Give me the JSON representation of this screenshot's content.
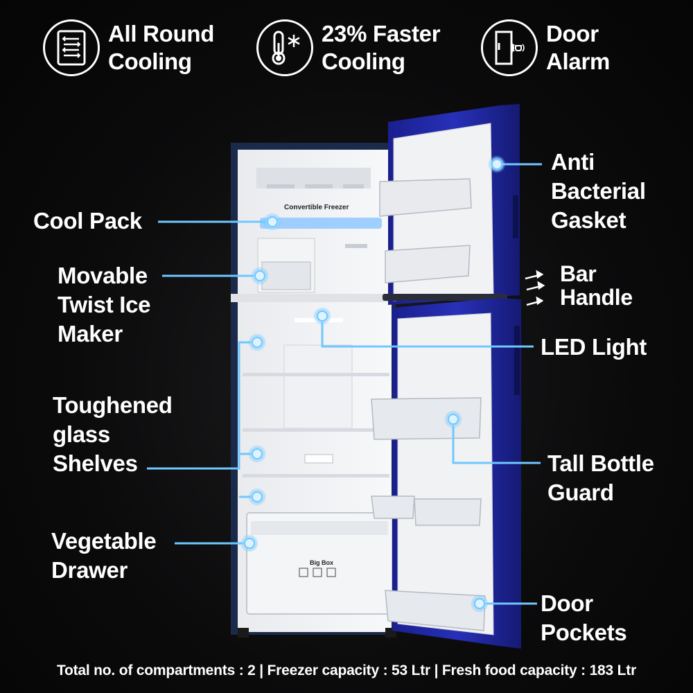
{
  "features": [
    {
      "icon": "all-round-cooling-icon",
      "title": "All Round\nCooling"
    },
    {
      "icon": "thermometer-snowflake-icon",
      "title": "23% Faster\nCooling"
    },
    {
      "icon": "door-alarm-icon",
      "title": "Door\nAlarm"
    }
  ],
  "callouts": {
    "cool_pack": "Cool Pack",
    "ice_maker": "Movable\nTwist Ice\nMaker",
    "shelves": "Toughened\nglass\nShelves",
    "vegetable_drawer": "Vegetable\nDrawer",
    "gasket": "Anti\nBacterial\nGasket",
    "bar_handle": "Bar\nHandle",
    "led_light": "LED Light",
    "bottle_guard": "Tall Bottle\nGuard",
    "door_pockets": "Door\nPockets"
  },
  "fridge_text": {
    "freezer_label": "Convertible Freezer",
    "drawer_label": "Big Box"
  },
  "footer": "Total no. of compartments : 2 | Freezer capacity : 53 Ltr | Fresh food capacity : 183 Ltr",
  "colors": {
    "background": "#0b0b0c",
    "text": "#ffffff",
    "callout_line": "#6fc8ff",
    "door_blue": "#1b1f9a"
  }
}
